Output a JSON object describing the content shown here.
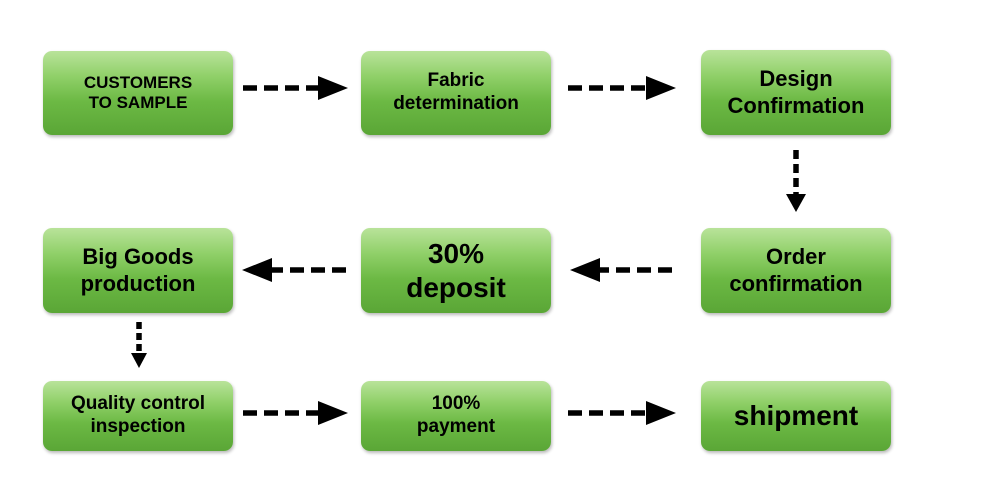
{
  "steps": [
    {
      "id": "s1",
      "text": "CUSTOMERS\nTO SAMPLE"
    },
    {
      "id": "s2",
      "text": "Fabric\ndetermination"
    },
    {
      "id": "s3",
      "text": "Design\nConfirmation"
    },
    {
      "id": "s4",
      "text": "Order\nconfirmation"
    },
    {
      "id": "s5",
      "text": "30%\ndeposit"
    },
    {
      "id": "s6",
      "text": "Big Goods\nproduction"
    },
    {
      "id": "s7",
      "text": "Quality control\ninspection"
    },
    {
      "id": "s8",
      "text": "100%\npayment"
    },
    {
      "id": "s9",
      "text": "shipment"
    }
  ],
  "colors": {
    "box_fill_top": "#b9e39a",
    "box_fill_bottom": "#5aa636",
    "arrow": "#000000",
    "text": "#000000"
  }
}
